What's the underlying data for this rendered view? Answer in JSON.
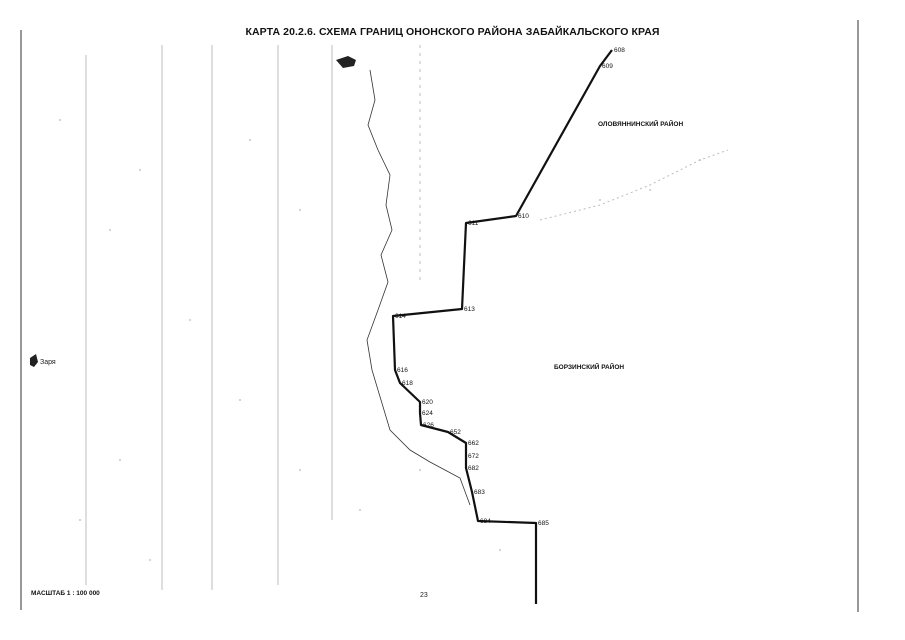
{
  "map": {
    "title": "КАРТА 20.2.6. СХЕМА ГРАНИЦ ОНОНСКОГО РАЙОНА ЗАБАЙКАЛЬСКОГО КРАЯ",
    "regions": {
      "olovyanninsky": "ОЛОВЯННИНСКИЙ РАЙОН",
      "borzinsky": "БОРЗИНСКИЙ РАЙОН"
    },
    "scale": "МАСШТАБ 1 : 100 000",
    "page_number": "23",
    "village": "Заря",
    "stroke_color": "#111111",
    "boundary_points": [
      {
        "label": "608"
      },
      {
        "label": "609"
      },
      {
        "label": "610"
      },
      {
        "label": "611"
      },
      {
        "label": "613"
      },
      {
        "label": "614"
      },
      {
        "label": "616"
      },
      {
        "label": "618"
      },
      {
        "label": "620"
      },
      {
        "label": "624"
      },
      {
        "label": "626"
      },
      {
        "label": "652"
      },
      {
        "label": "662"
      },
      {
        "label": "672"
      },
      {
        "label": "682"
      },
      {
        "label": "683"
      },
      {
        "label": "684"
      },
      {
        "label": "685"
      }
    ]
  }
}
